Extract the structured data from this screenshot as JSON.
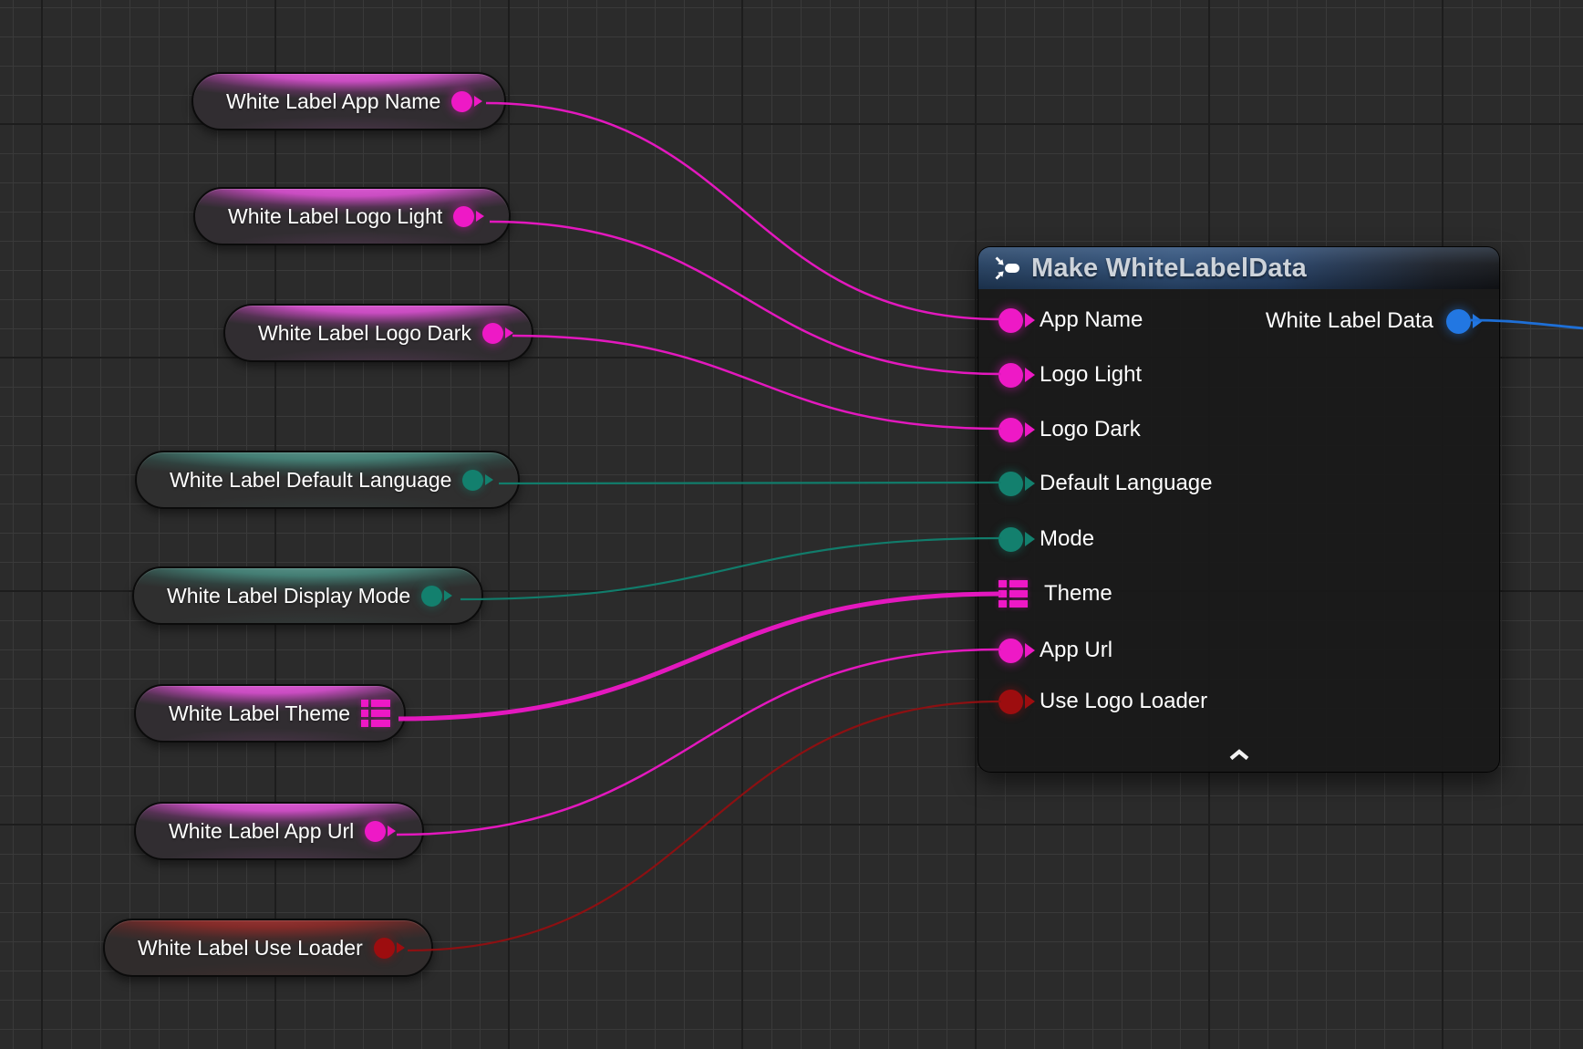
{
  "graph": {
    "variables": [
      {
        "name": "White Label App Name",
        "pin_type": "string"
      },
      {
        "name": "White Label Logo Light",
        "pin_type": "string"
      },
      {
        "name": "White Label Logo Dark",
        "pin_type": "string"
      },
      {
        "name": "White Label Default Language",
        "pin_type": "enum"
      },
      {
        "name": "White Label Display Mode",
        "pin_type": "enum"
      },
      {
        "name": "White Label Theme",
        "pin_type": "string-struct"
      },
      {
        "name": "White Label App Url",
        "pin_type": "string"
      },
      {
        "name": "White Label Use Loader",
        "pin_type": "bool"
      }
    ],
    "make_node": {
      "title": "Make WhiteLabelData",
      "inputs": [
        "App Name",
        "Logo Light",
        "Logo Dark",
        "Default Language",
        "Mode",
        "Theme",
        "App Url",
        "Use Logo Loader"
      ],
      "output": "White Label Data"
    },
    "colors": {
      "string_pin": "#ee19c6",
      "enum_pin": "#13806e",
      "bool_pin": "#9d0d0f",
      "struct_pin": "#2277e2",
      "header": "#2c4c75"
    }
  }
}
